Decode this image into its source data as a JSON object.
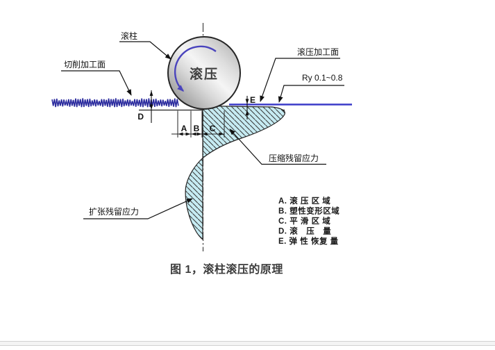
{
  "figure": {
    "caption": "图 1，滚柱滚压的原理",
    "roller": {
      "label": "滚柱",
      "surface_text": "滚压"
    },
    "labels": {
      "cut_surface": "切削加工面",
      "rolled_surface": "滚压加工面",
      "roughness": "Ry 0.1~0.8",
      "compressive_stress": "压缩残留应力",
      "tensile_stress": "扩张残留应力"
    },
    "dims": {
      "a": "A",
      "b": "B",
      "c": "C",
      "d": "D",
      "e": "E"
    },
    "legend": {
      "items": [
        "A. 滚 压 区 域",
        "B. 塑性变形区域",
        "C. 平 滑 区 域",
        "D. 滚　压　量",
        "E. 弹 性 恢复 量"
      ]
    },
    "colors": {
      "rough_line": "#2b2b9e",
      "smooth_line": "#3a3ac8",
      "rotation_arrow": "#4a44bd",
      "hatch_fill": "#c6ebf2"
    }
  }
}
